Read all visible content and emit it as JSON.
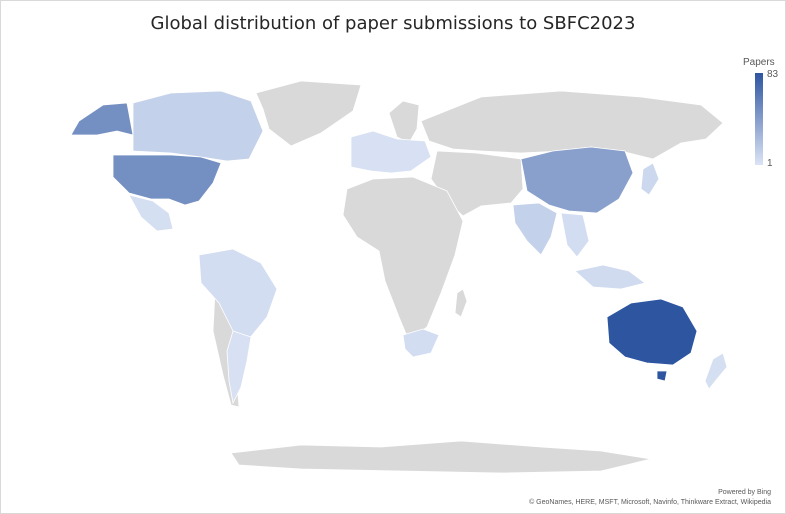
{
  "title": "Global distribution of paper submissions to SBFC2023",
  "legend": {
    "title": "Papers",
    "max_label": "83",
    "min_label": "1",
    "color_high": "#2e55a0",
    "color_low": "#dbe4f5"
  },
  "colors": {
    "land_no_data": "#d9d9d9",
    "background": "#ffffff"
  },
  "footer": {
    "powered_by": "Powered by Bing",
    "attribution": "© GeoNames, HERE, MSFT, Microsoft, Navinfo, Thinkware Extract, Wikipedia"
  },
  "map_data": {
    "type": "choropleth",
    "value_min": 1,
    "value_max": 83,
    "regions": [
      {
        "region": "australia",
        "value": 83
      },
      {
        "region": "usa",
        "value": 50
      },
      {
        "region": "alaska",
        "value": 50
      },
      {
        "region": "china",
        "value": 40
      },
      {
        "region": "canada",
        "value": 12
      },
      {
        "region": "india",
        "value": 12
      },
      {
        "region": "brazil",
        "value": 5
      },
      {
        "region": "mexico",
        "value": 4
      },
      {
        "region": "argentina",
        "value": 3
      },
      {
        "region": "south-africa",
        "value": 5
      },
      {
        "region": "japan",
        "value": 8
      },
      {
        "region": "indonesia",
        "value": 6
      },
      {
        "region": "europe",
        "value": 3
      },
      {
        "region": "new-zealand",
        "value": 4
      },
      {
        "region": "southeast-asia",
        "value": 5
      }
    ]
  }
}
